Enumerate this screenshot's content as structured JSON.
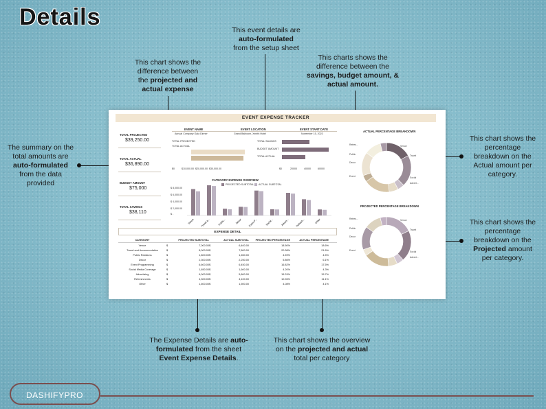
{
  "page_title": "Details",
  "annotations": {
    "event_details": {
      "l1": "This event details are",
      "l2b": "auto-formulated",
      "l3": "from the setup sheet"
    },
    "projected_actual": {
      "l1": "This chart shows the",
      "l2": "difference between",
      "l3a": "the ",
      "l3b": "projected and",
      "l4b": "actual expense"
    },
    "savings": {
      "l1": "This charts shows the",
      "l2": "difference between the",
      "l3b": "savings, budget amount, &",
      "l4b": "actual amount."
    },
    "summary": {
      "l1": "The summary on the",
      "l2": "total amounts are",
      "l3b": "auto-formulated",
      "l4": "from the data",
      "l5": "provided"
    },
    "actual_breakdown": {
      "l1": "This chart shows the",
      "l2": "percentage",
      "l3": "breakdown on the",
      "l4a": "A",
      "l4b": "ctual",
      "l4c": " amount per",
      "l5": "category."
    },
    "projected_breakdown": {
      "l1": "This chart shows the",
      "l2": "percentage",
      "l3": "breakdown on the",
      "l4b": "Projected",
      "l4c": " amount",
      "l5": "per category."
    },
    "expense_details": {
      "l1a": "The Expense Details are ",
      "l1b": "auto-",
      "l2b": "formulated",
      "l2c": " from the sheet",
      "l3b": "Event Expense Details",
      "l3c": "."
    },
    "overview": {
      "l1": "This chart shows the overview",
      "l2a": "on the ",
      "l2b": "projected and actual",
      "l3": "total per category"
    }
  },
  "dashboard": {
    "title": "EVENT EXPENSE TRACKER",
    "event_name_label": "EVENT NAME",
    "event_name": "Annual Company Gala Dinner",
    "event_location_label": "EVENT LOCATION",
    "event_location": "Grand Ballroom, Xenith Hotel",
    "event_date_label": "EVENT START DATE",
    "event_date": "November 15, 2023",
    "total_projected_label": "TOTAL PROJECTED",
    "total_projected": "$39,250.00",
    "total_actual_label": "TOTAL ACTUAL",
    "total_actual": "$36,890.00",
    "budget_amount_label": "BUDGET AMOUNT",
    "budget_amount": "$75,000",
    "total_savings_label": "TOTAL SAVINGS",
    "total_savings": "$38,110",
    "actual_pie_title": "ACTUAL PERCENTAGE BREAKDOWN",
    "projected_pie_title": "PROJECTED PERCENTAGE BREAKDOWN",
    "overview_title": "CATEGORY EXPENSE OVERVIEW",
    "legend_projected": "PROJECTED SUBTOTAL",
    "legend_actual": "ACTUAL SUBTOTAL",
    "hbar1_legend": [
      "TOTAL PROJECTED",
      "TOTAL ACTUAL"
    ],
    "hbar1_ticks": [
      "$0",
      "$10,000.00",
      "$20,000.00",
      "$30,000.00"
    ],
    "hbar2_legend": [
      "TOTAL SAVINGS",
      "BUDGET AMOUNT",
      "TOTAL ACTUAL"
    ],
    "hbar2_ticks": [
      "$0",
      "20000",
      "40000",
      "60000"
    ],
    "vbar_ticks": [
      "$ 8,000.00",
      "$ 6,000.00",
      "$ 4,000.00",
      "$ 2,000.00",
      "$ -"
    ],
    "expense_detail_title": "EXPENSE DETAIL",
    "table_headers": [
      "CATEGORY",
      "PROJECTED SUBTOTAL",
      "ACTUAL SUBTOTAL",
      "PROJECTED PERCENTAGE",
      "ACTUAL PERCENTAGE"
    ],
    "table_rows": [
      [
        "Venue",
        "$",
        "7,000.00",
        "$",
        "6,400.00",
        "18.50%",
        "18.6%"
      ],
      [
        "Travel and Accommodation",
        "$",
        "8,000.00",
        "$",
        "7,800.00",
        "20.38%",
        "21.6%"
      ],
      [
        "Public Relations",
        "$",
        "1,800.00",
        "$",
        "1,650.00",
        "4.59%",
        "4.5%"
      ],
      [
        "Decor",
        "$",
        "2,300.00",
        "$",
        "2,250.00",
        "5.86%",
        "6.1%"
      ],
      [
        "Event Programming",
        "$",
        "6,600.00",
        "$",
        "6,450.00",
        "16.82%",
        "17.5%"
      ],
      [
        "Social Media Coverage",
        "$",
        "1,650.00",
        "$",
        "1,600.00",
        "4.20%",
        "4.3%"
      ],
      [
        "Advertising",
        "$",
        "6,000.00",
        "$",
        "5,800.00",
        "15.29%",
        "15.7%"
      ],
      [
        "Refreshments",
        "$",
        "4,300.00",
        "$",
        "4,100.00",
        "10.96%",
        "11.1%"
      ],
      [
        "Other",
        "$",
        "1,600.00",
        "$",
        "1,500.00",
        "4.08%",
        "4.1%"
      ]
    ],
    "pie_labels": [
      "Venue",
      "Travel",
      "Refres...",
      "Public",
      "Decor",
      "Event",
      "Social",
      "Advert..."
    ]
  },
  "chart_data": {
    "type": "bar",
    "title": "CATEGORY EXPENSE OVERVIEW",
    "categories": [
      "Venue",
      "Travel a...",
      "Public...",
      "Decor",
      "Event P...",
      "Social...",
      "Advert...",
      "Refresh...",
      "Other"
    ],
    "series": [
      {
        "name": "PROJECTED SUBTOTAL",
        "values": [
          7000,
          8000,
          1800,
          2300,
          6600,
          1650,
          6000,
          4300,
          1600
        ]
      },
      {
        "name": "ACTUAL SUBTOTAL",
        "values": [
          6400,
          7800,
          1650,
          2250,
          6450,
          1600,
          5800,
          4100,
          1500
        ]
      }
    ],
    "ylim": [
      0,
      8000
    ]
  },
  "footer": {
    "brand": "DASHIFYPRO"
  },
  "colors": {
    "projected": "#8f7e8b",
    "actual": "#bcb3c2",
    "accent": "#f2e6d2"
  }
}
